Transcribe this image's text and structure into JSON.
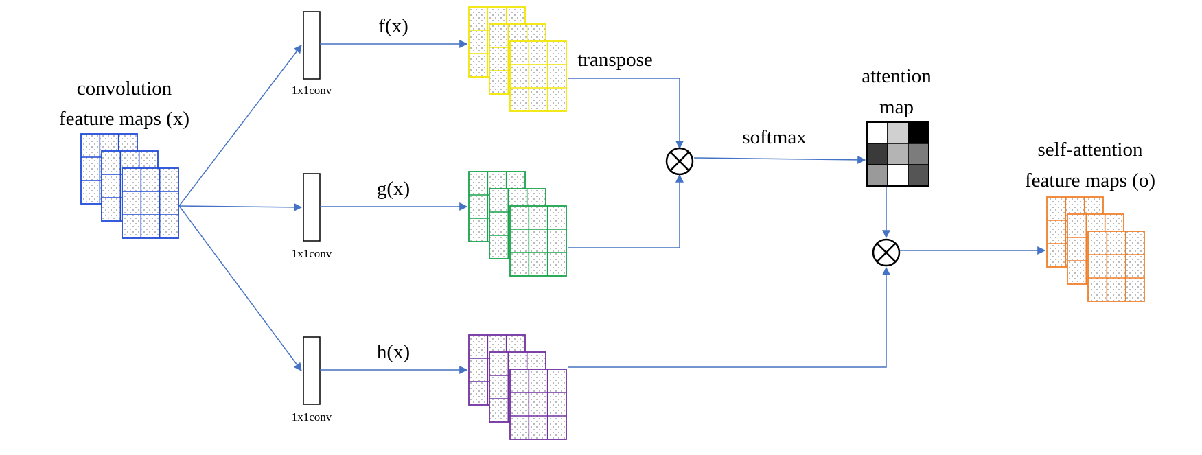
{
  "labels": {
    "input": [
      "convolution",
      "feature maps (x)"
    ],
    "conv": "1x1conv",
    "f": "f(x)",
    "g": "g(x)",
    "h": "h(x)",
    "transpose": "transpose",
    "softmax": "softmax",
    "attention": [
      "attention",
      "map"
    ],
    "output": [
      "self-attention",
      "feature maps (o)"
    ]
  },
  "attention_map": {
    "rows": 3,
    "cols": 3,
    "cells": [
      "#ffffff",
      "#d0d0d0",
      "#000000",
      "#3a3a3a",
      "#b4b4b4",
      "#7c7c7c",
      "#9a9a9a",
      "#ffffff",
      "#555555"
    ]
  },
  "colors": {
    "input_maps": "#1f4ad8",
    "f_maps": "#f2e600",
    "g_maps": "#16a34a",
    "h_maps": "#7030a0",
    "output_maps": "#f07f2a",
    "arrows": "#4472c4"
  },
  "icons": {
    "multiply": "circle-times-icon"
  }
}
